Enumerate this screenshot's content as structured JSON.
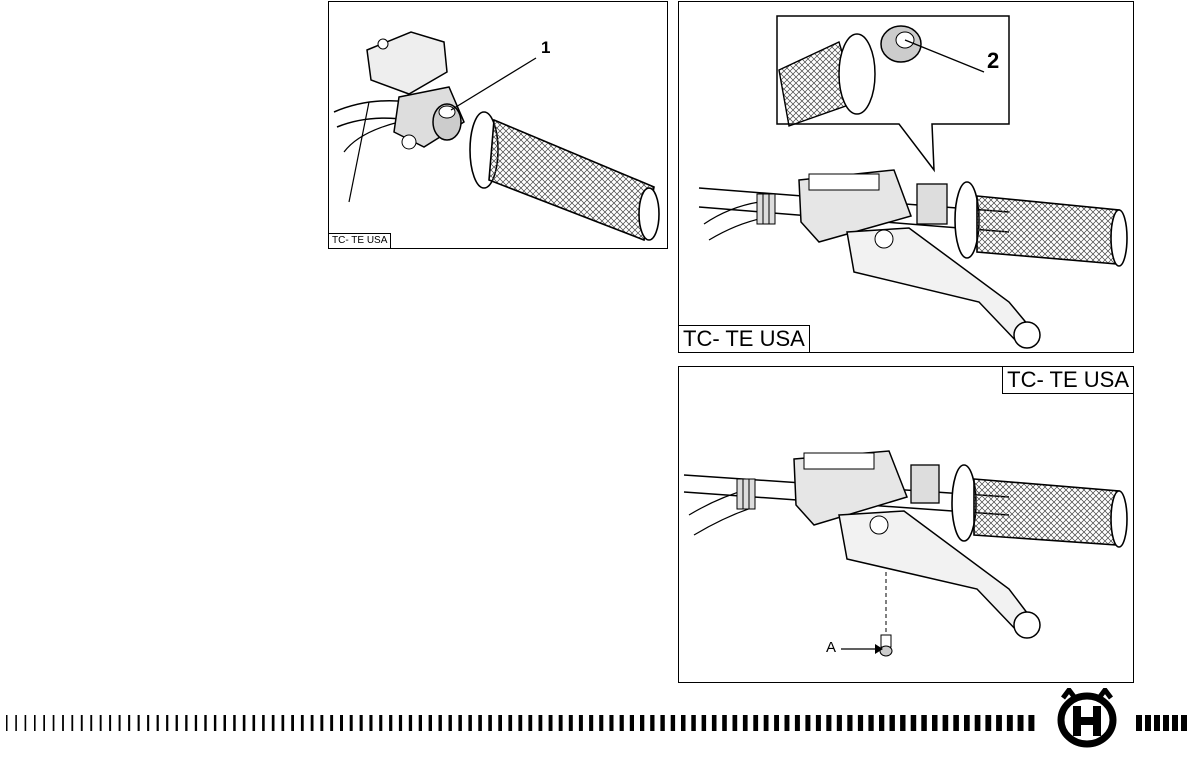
{
  "figures": {
    "fig1": {
      "model_tag": "TC- TE USA",
      "callout": "1"
    },
    "fig2": {
      "model_tag": "TC- TE USA",
      "callout": "2"
    },
    "fig3": {
      "model_tag": "TC- TE USA",
      "callout": "A"
    }
  },
  "footer": {
    "logo_icon": "husqvarna-crown-h-icon"
  }
}
